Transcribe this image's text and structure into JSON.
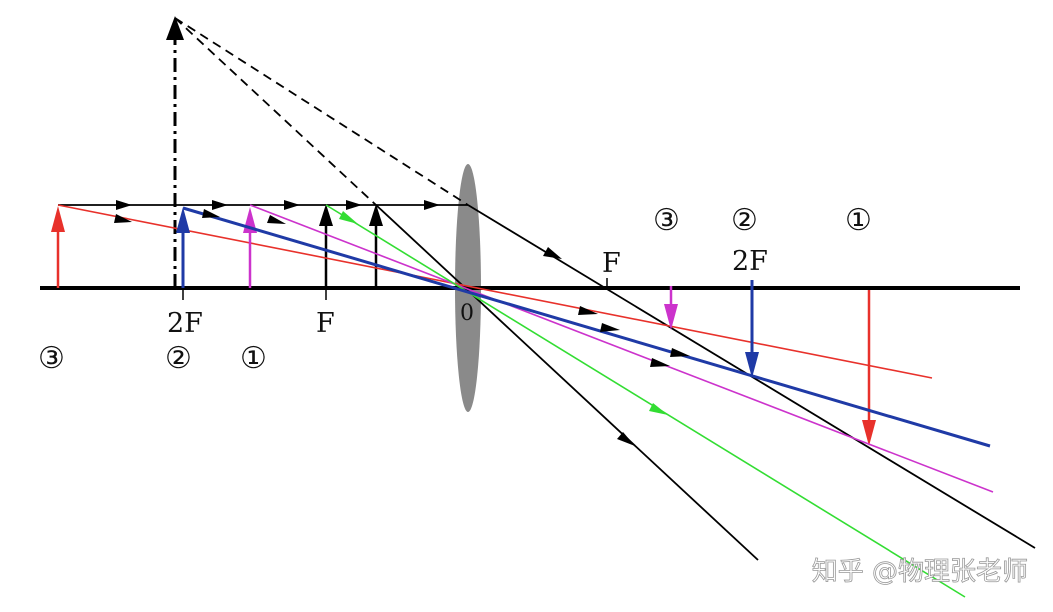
{
  "labels": {
    "left_2f": "2F",
    "left_f": "F",
    "origin": "0",
    "right_f": "F",
    "right_2f": "2F",
    "left_n3": "③",
    "left_n2": "②",
    "left_n1": "①",
    "right_n3": "③",
    "right_n2": "②",
    "right_n1": "①"
  },
  "watermark": "知乎 @物理张老师",
  "colors": {
    "axis": "#000000",
    "lens": "#8a8a8a",
    "red": "#e8312b",
    "blue": "#1f3aa6",
    "magenta": "#cc33cc",
    "green": "#33dd33",
    "black": "#000000"
  }
}
